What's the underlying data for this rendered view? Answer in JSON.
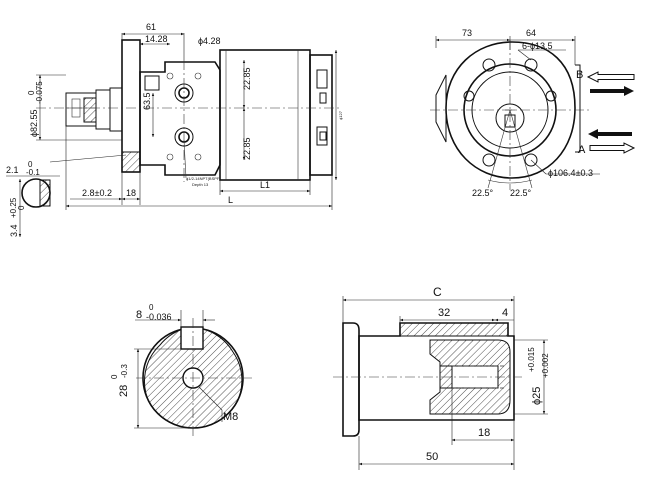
{
  "motor": {
    "dim_flange_width": "61",
    "dim_bolt_offset": "14.28",
    "dim_hole_dia": "ϕ4.28",
    "dim_pilot_dia": "ϕ82.55",
    "dim_pilot_tol_upper": "0",
    "dim_pilot_tol_lower": "-0.075",
    "dim_port_spacing": "63.5",
    "dim_port_upper": "22.85",
    "dim_port_lower": "22.85",
    "dim_body_dia": "ϕ127",
    "dim_key_depth": "2.1",
    "dim_key_depth_tol_upper": "0",
    "dim_key_depth_tol_lower": "-0.1",
    "dim_key_height": "3.4",
    "dim_key_height_tol_upper": "+0.25",
    "dim_key_height_tol_lower": "0",
    "dim_flange_thk": "2.8±0.2",
    "dim_flange_18": "18",
    "dim_l1": "L1",
    "dim_total": "L",
    "port_note_1": "ϕ1/2-14NPT(BSPF)",
    "port_note_2": "Depth 13"
  },
  "end_view": {
    "dim_73": "73",
    "dim_64": "64",
    "dim_bolt_holes": "6-ϕ13.5",
    "dim_bolt_circle": "ϕ106.4±0.3",
    "dim_angle_left": "22.5°",
    "dim_angle_right": "22.5°",
    "label_b": "B",
    "label_a": "A"
  },
  "shaft_section": {
    "dim_key_width": "8",
    "dim_key_width_tol_upper": "0",
    "dim_key_width_tol_lower": "-0.036",
    "dim_key_height": "28",
    "dim_key_height_tol_upper": "0",
    "dim_key_height_tol_lower": "-0.3",
    "dim_thread": "M8"
  },
  "shaft_side": {
    "dim_c": "C",
    "dim_32": "32",
    "dim_4": "4",
    "dim_shaft_dia": "ϕ25",
    "dim_shaft_tol_upper": "+0.015",
    "dim_shaft_tol_lower": "+0.002",
    "dim_18": "18",
    "dim_50": "50"
  }
}
